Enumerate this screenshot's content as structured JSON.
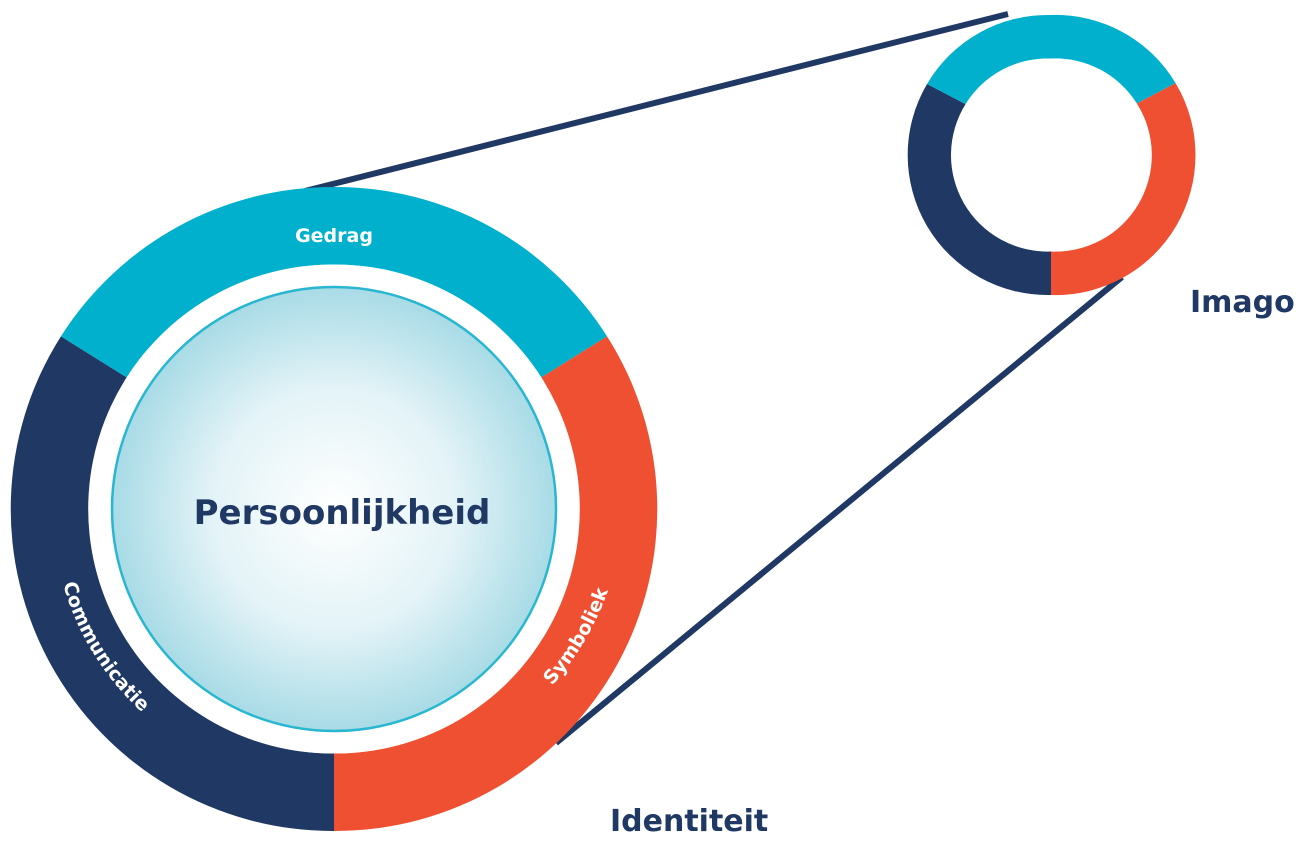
{
  "diagram": {
    "center_title": "Persoonlijkheid",
    "identity_label": "Identiteit",
    "image_label": "Imago",
    "segments": {
      "top": "Gedrag",
      "left": "Communicatie",
      "right": "Symboliek"
    },
    "colors": {
      "teal": "#00b0cc",
      "navy": "#1f3864",
      "orange": "#ef5031",
      "inner_ring": "#29b6d0",
      "inner_fill_center": "#ffffff",
      "inner_fill_edge": "#a8dbe6"
    }
  }
}
